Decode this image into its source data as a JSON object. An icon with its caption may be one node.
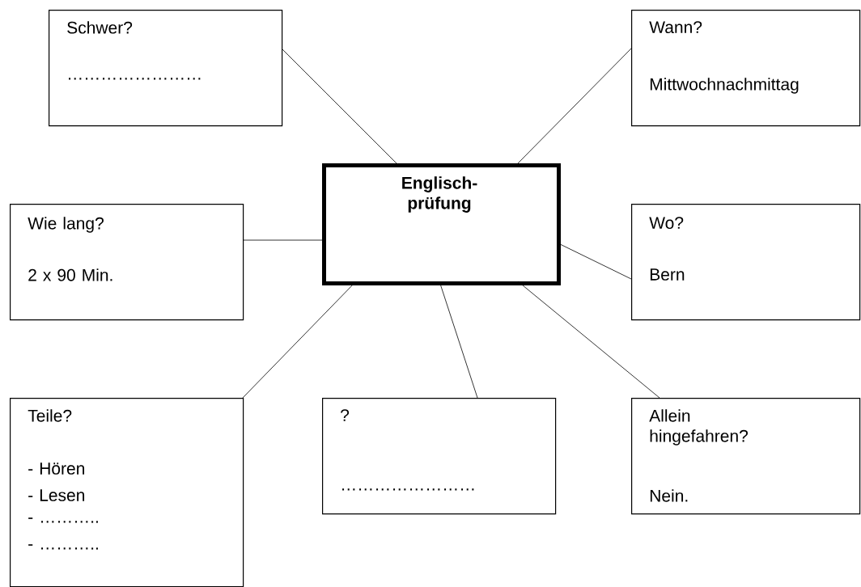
{
  "diagram": {
    "nodes": [
      {
        "text": [
          "Schwer?",
          "……………………"
        ]
      },
      {
        "text": [
          "Wann?",
          "Mittwochnachmittag"
        ]
      },
      {
        "text": [
          "Englisch- prüfung"
        ]
      },
      {
        "text": [
          "Wie lang?",
          "2 x 90 Min."
        ]
      },
      {
        "text": [
          "Wo?",
          "Bern"
        ]
      },
      {
        "text": [
          "Teile?",
          "- Hören",
          "- Lesen",
          "- ………..",
          "- ……….."
        ]
      },
      {
        "text": [
          "?",
          "……………………"
        ]
      },
      {
        "text": [
          "Allein hingefahren?",
          "Nein."
        ]
      }
    ],
    "edges": [
      {
        "from": 2,
        "to": 0,
        "arrow": "none"
      },
      {
        "from": 2,
        "to": 1,
        "arrow": "none"
      },
      {
        "from": 2,
        "to": 3,
        "arrow": "none"
      },
      {
        "from": 2,
        "to": 4,
        "arrow": "none"
      },
      {
        "from": 2,
        "to": 5,
        "arrow": "none"
      },
      {
        "from": 2,
        "to": 6,
        "arrow": "none"
      },
      {
        "from": 2,
        "to": 7,
        "arrow": "none"
      }
    ]
  }
}
